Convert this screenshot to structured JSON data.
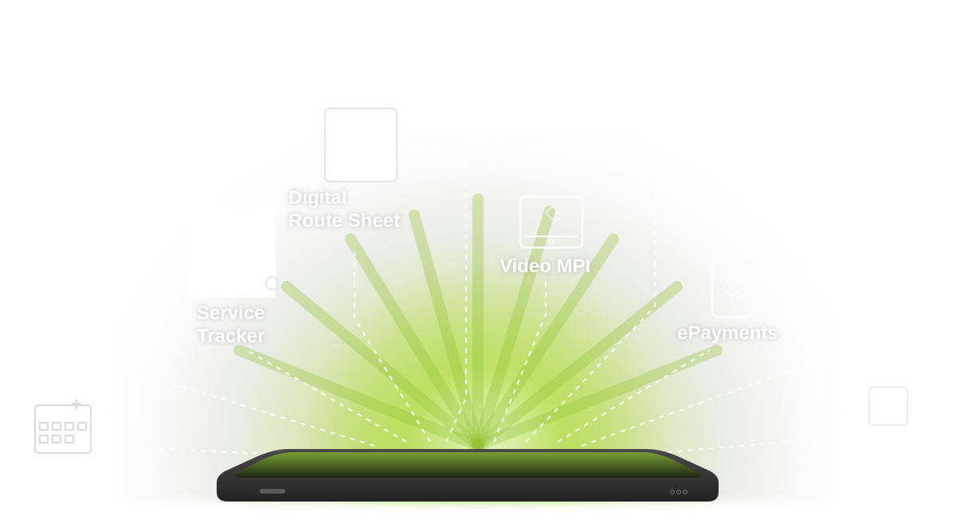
{
  "features": {
    "digital_route_sheet": "Digital\nRoute Sheet",
    "service_tracker": "Service\nTracker",
    "video_mpi": "Video MPI",
    "epayments": "ePayments"
  },
  "icons": {
    "digital_route_sheet": "clipboard-icon",
    "service_tracker": "tracker-card-icon",
    "video_mpi": "tablet-icon",
    "epayments": "phone-payment-icon",
    "far_left": "calendar-grid-icon",
    "far_right": "faded-icon"
  },
  "colors": {
    "glow": "#a8d048",
    "phone_body": "#2b2b2b",
    "label": "#ffffff"
  }
}
